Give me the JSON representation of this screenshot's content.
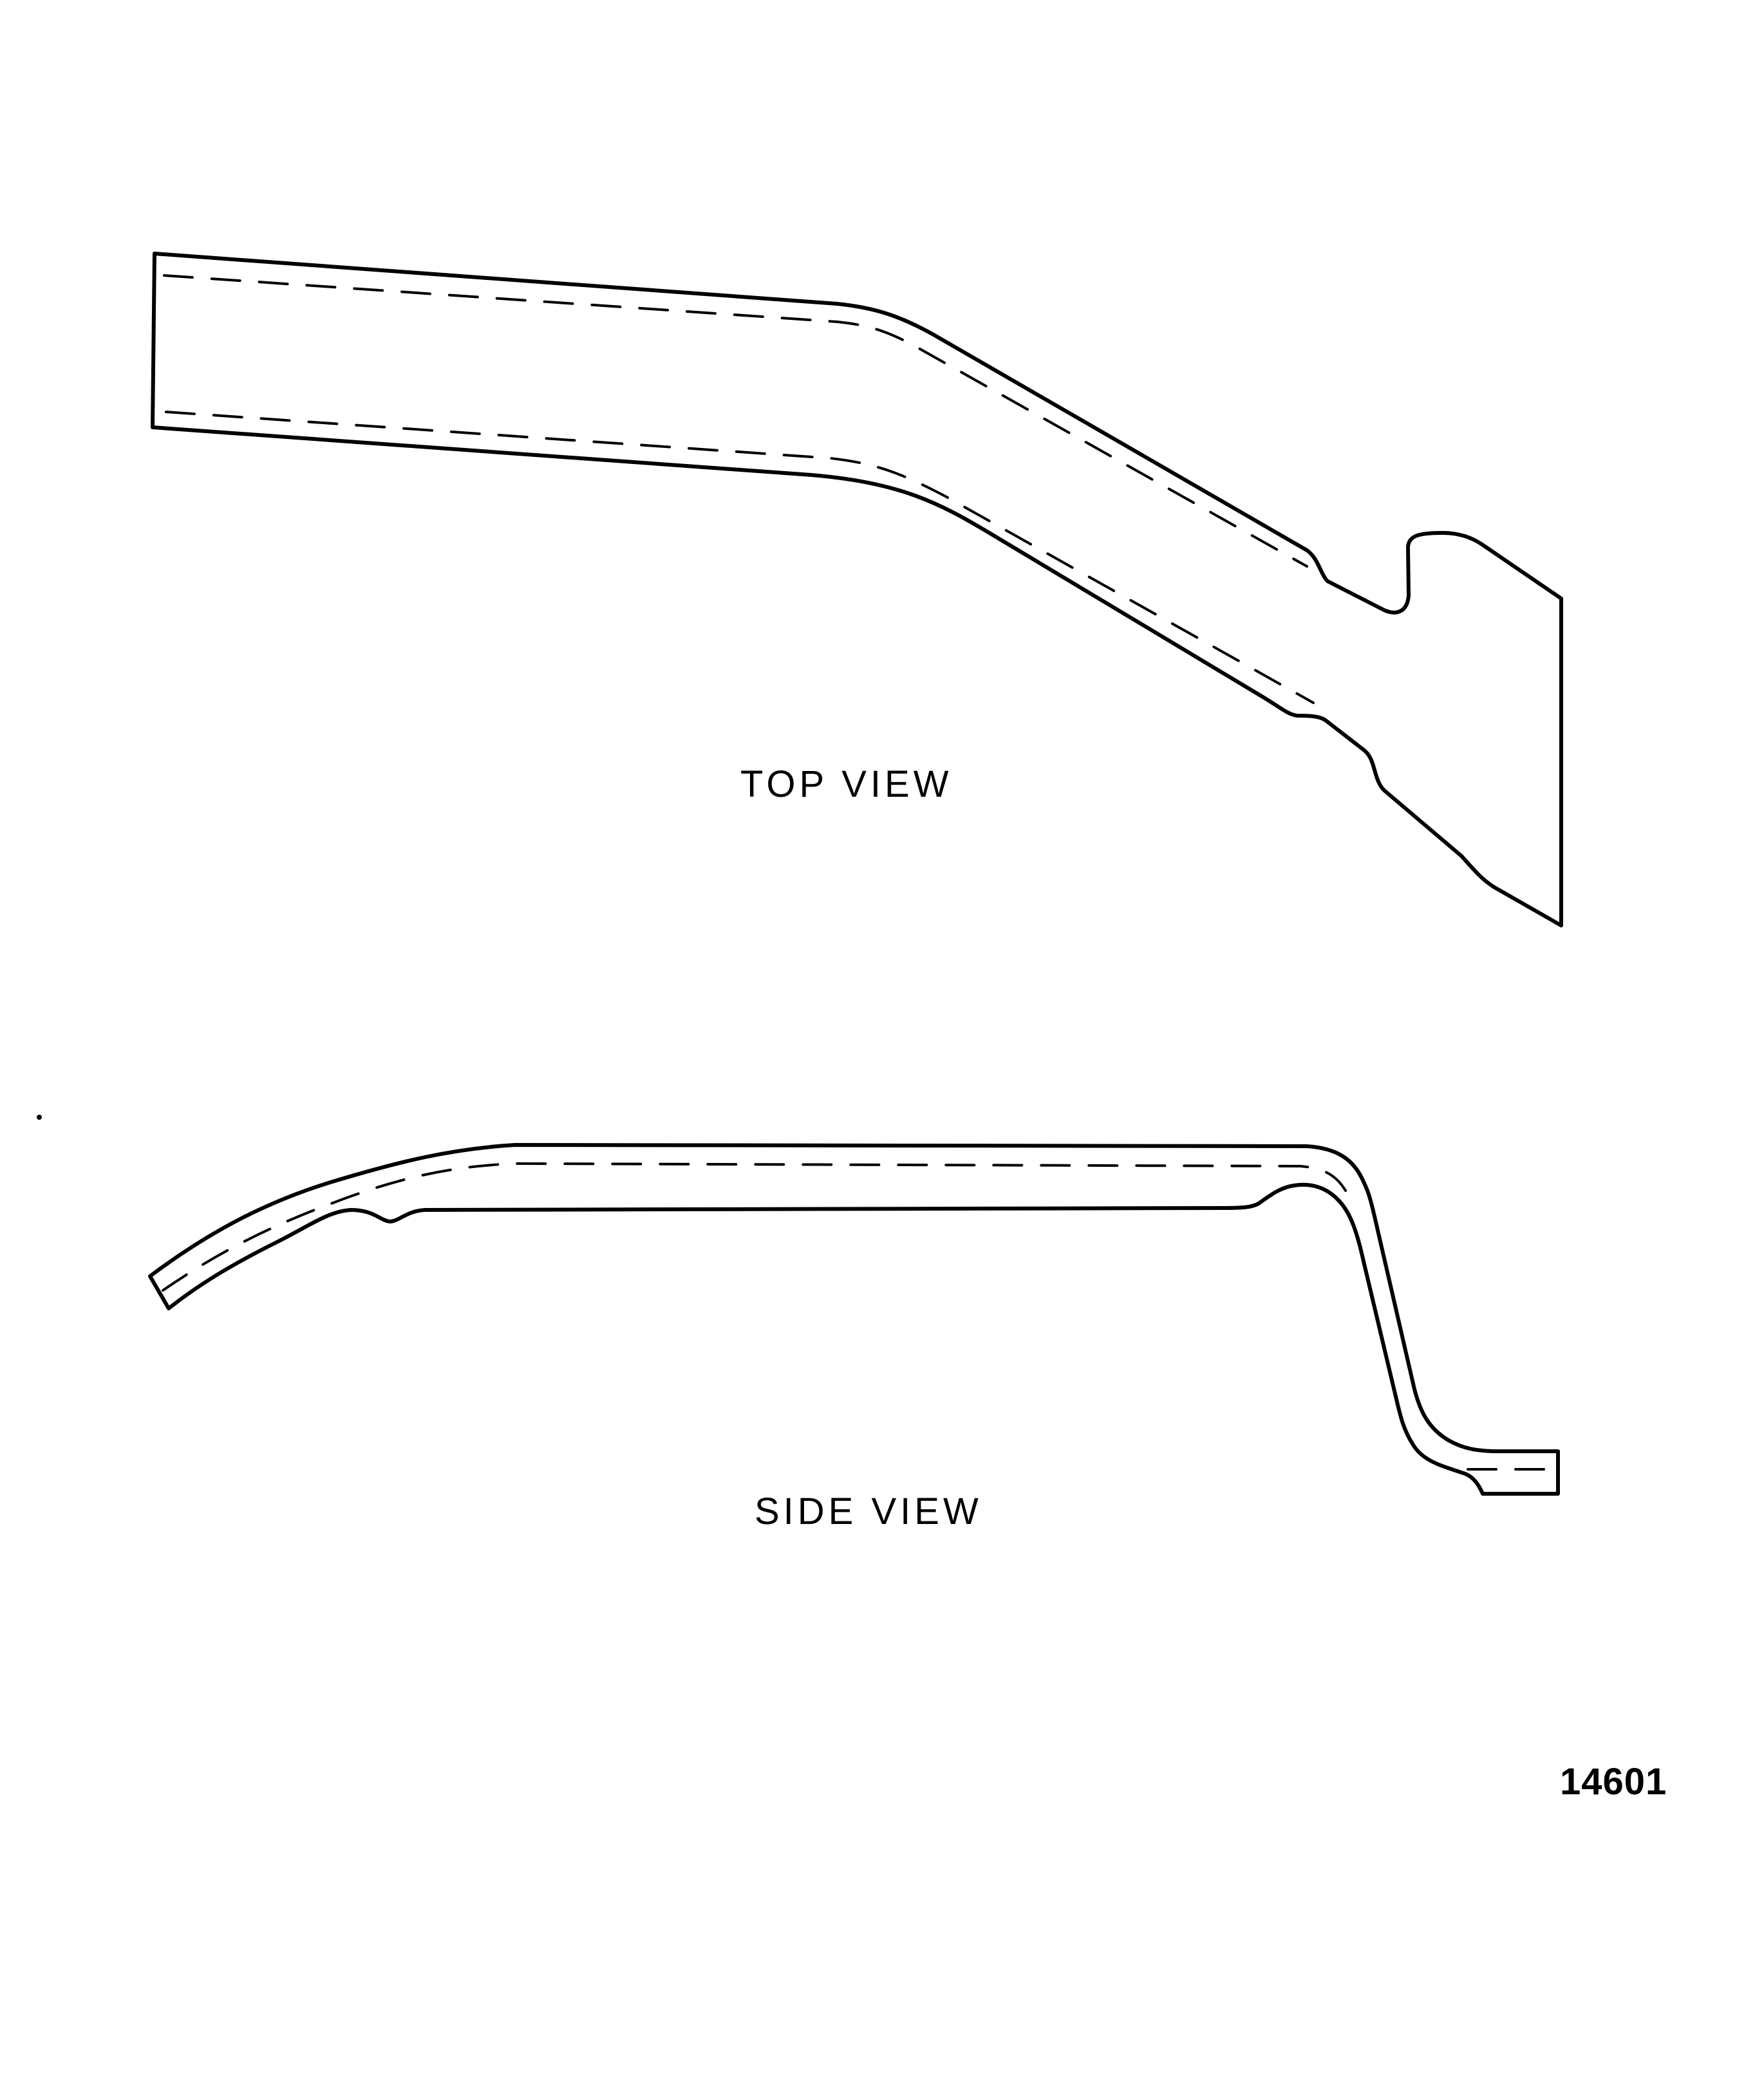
{
  "figure": {
    "views": [
      {
        "id": "top",
        "label": "TOP VIEW"
      },
      {
        "id": "side",
        "label": "SIDE VIEW"
      }
    ],
    "figure_number": "14601"
  },
  "colors": {
    "line": "#000000",
    "background": "#ffffff"
  }
}
